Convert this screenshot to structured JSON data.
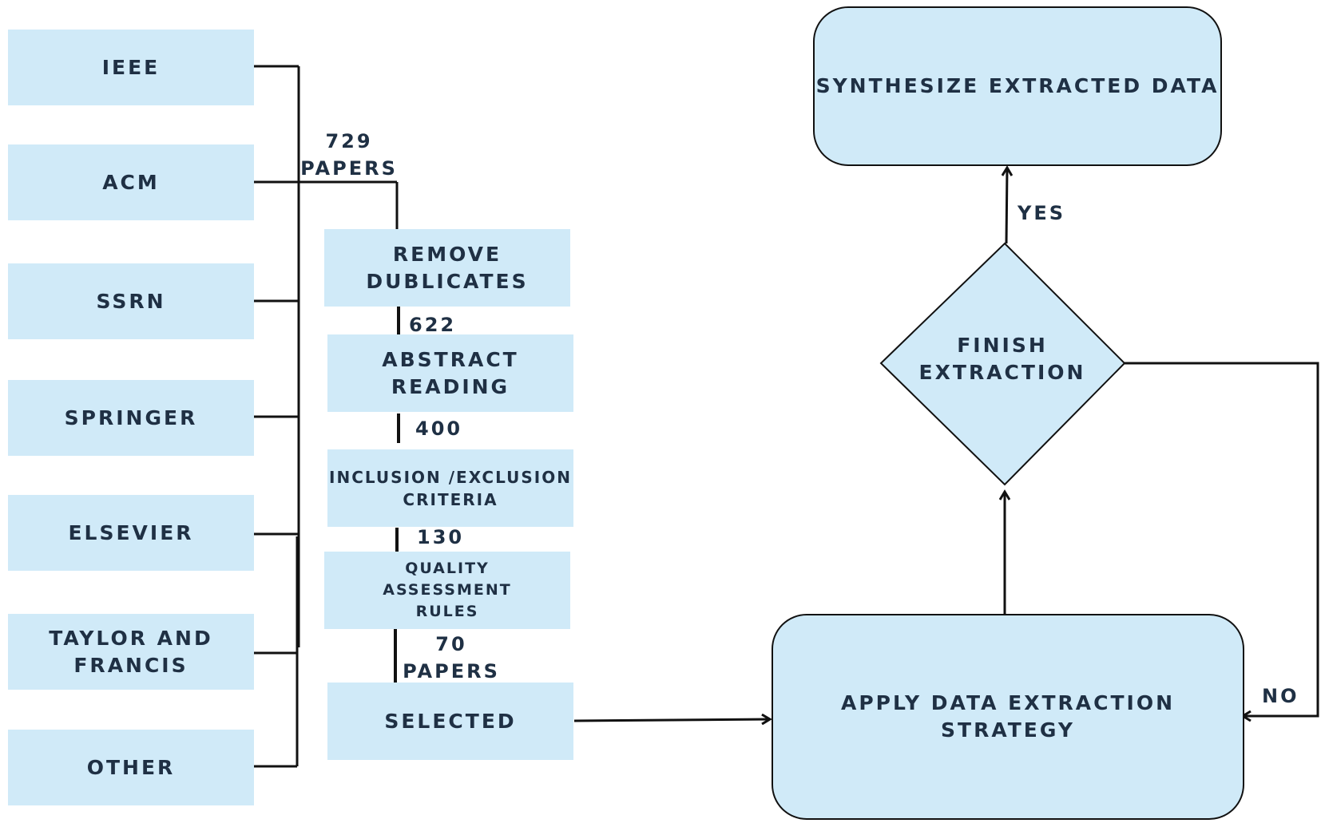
{
  "sources": [
    {
      "label_1": "IEEE",
      "label_2": ""
    },
    {
      "label_1": "ACM",
      "label_2": ""
    },
    {
      "label_1": "SSRN",
      "label_2": ""
    },
    {
      "label_1": "SPRINGER",
      "label_2": ""
    },
    {
      "label_1": "ELSEVIER",
      "label_2": ""
    },
    {
      "label_1": "TAYLOR AND",
      "label_2": "FRANCIS"
    },
    {
      "label_1": "OTHER",
      "label_2": ""
    }
  ],
  "counts": {
    "total_1": "729",
    "total_2": "PAPERS",
    "after_dedup": "622",
    "after_abstract": "400",
    "after_criteria": "130",
    "final_1": "70",
    "final_2": "PAPERS"
  },
  "steps": {
    "remove_1": "REMOVE",
    "remove_2": "DUBLICATES",
    "abstract_1": "ABSTRACT",
    "abstract_2": "READING",
    "criteria_1": "INCLUSION /EXCLUSION",
    "criteria_2": "CRITERIA",
    "quality_1": "QUALITY",
    "quality_2": "ASSESSMENT",
    "quality_3": "RULES",
    "selected": "SELECTED"
  },
  "flow": {
    "apply_1": "APPLY DATA EXTRACTION",
    "apply_2": "STRATEGY",
    "decision_1": "FINISH",
    "decision_2": "EXTRACTION",
    "synthesize": "SYNTHESIZE EXTRACTED DATA",
    "yes": "YES",
    "no": "NO"
  }
}
